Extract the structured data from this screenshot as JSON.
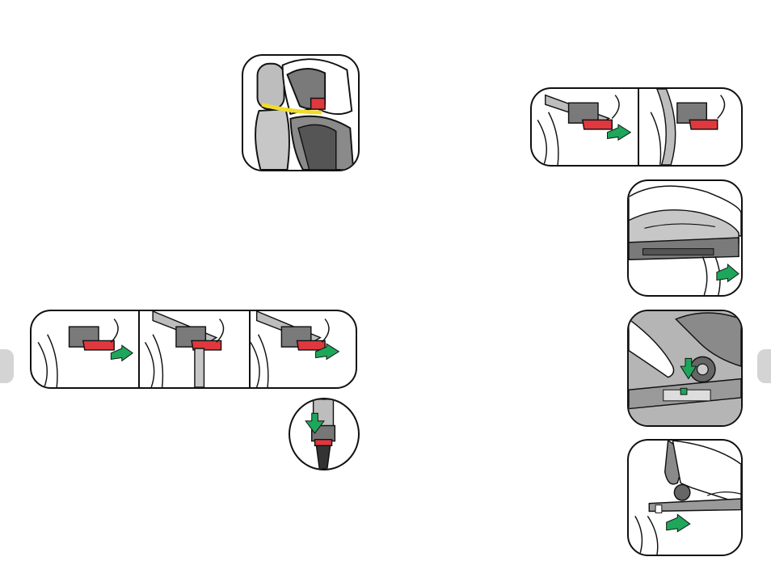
{
  "colors": {
    "release_red": "#e0383e",
    "arrow_green": "#1ea65a",
    "belt_yellow": "#f0dc2c",
    "seat_grey": "#9a9a9a",
    "dark_grey": "#5a5a5a",
    "tab_grey": "#d4d4d4"
  },
  "icons": {
    "arrow": "green-arrow-icon",
    "release_button": "red-release-button-icon"
  },
  "left_page": {
    "figures": [
      "headrest-belt-guide",
      "three-step-belt-release-strip",
      "buckle-insert-circle"
    ]
  },
  "right_page": {
    "figures": [
      "two-step-belt-release-strip",
      "base-pull-handle",
      "isofix-button-press",
      "isofix-slide-out"
    ]
  }
}
